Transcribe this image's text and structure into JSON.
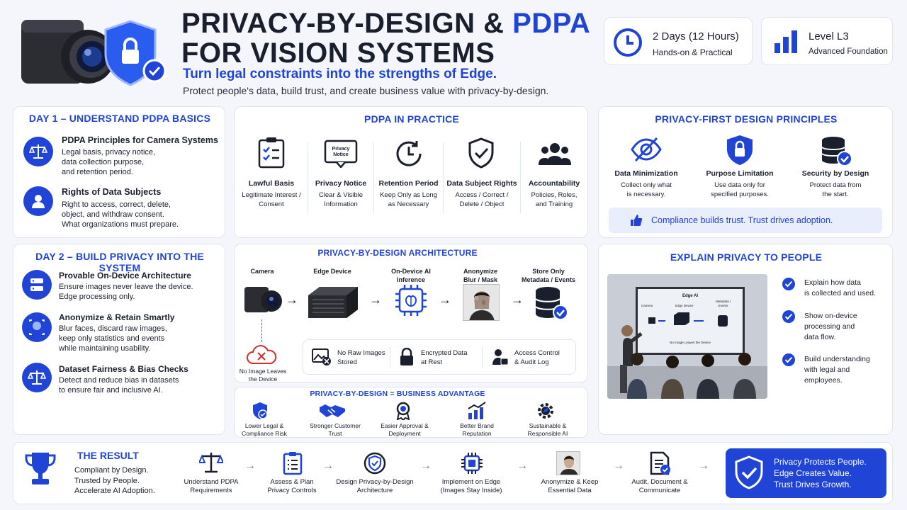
{
  "header": {
    "title_line1_a": "PRIVACY-BY-DESIGN & ",
    "title_line1_b": "PDPA",
    "title_line2": "FOR VISION SYSTEMS",
    "tagline": "Turn legal constraints into the strengths of Edge.",
    "subtitle": "Protect people's data, build trust, and create business value with privacy-by-design.",
    "badge1_title": "2 Days (12 Hours)",
    "badge1_sub": "Hands-on & Practical",
    "badge2_title": "Level L3",
    "badge2_sub": "Advanced Foundation"
  },
  "day1": {
    "title": "DAY 1 – UNDERSTAND PDPA BASICS",
    "items": [
      {
        "title": "PDPA Principles for Camera Systems",
        "lines": [
          "Legal basis, privacy notice,",
          "data collection purpose,",
          "and retention period."
        ]
      },
      {
        "title": "Rights of Data Subjects",
        "lines": [
          "Right to access, correct, delete,",
          "object, and withdraw consent.",
          "What organizations must prepare."
        ]
      }
    ]
  },
  "day2": {
    "title": "DAY 2 – BUILD PRIVACY INTO THE SYSTEM",
    "items": [
      {
        "title": "Provable On-Device Architecture",
        "lines": [
          "Ensure images never leave the device.",
          "Edge processing only."
        ]
      },
      {
        "title": "Anonymize & Retain Smartly",
        "lines": [
          "Blur faces, discard raw images,",
          "keep only statistics and events",
          "while maintaining usability."
        ]
      },
      {
        "title": "Dataset Fairness & Bias Checks",
        "lines": [
          "Detect and reduce bias in datasets",
          "to ensure fair and inclusive AI."
        ]
      }
    ]
  },
  "practice": {
    "title": "PDPA IN PRACTICE",
    "notice_icon_text": "Privacy Notice",
    "items": [
      {
        "title": "Lawful Basis",
        "lines": [
          "Legitimate Interest /",
          "Consent"
        ]
      },
      {
        "title": "Privacy Notice",
        "lines": [
          "Clear & Visible",
          "Information"
        ]
      },
      {
        "title": "Retention Period",
        "lines": [
          "Keep Only as Long",
          "as Necessary"
        ]
      },
      {
        "title": "Data Subject Rights",
        "lines": [
          "Access / Correct /",
          "Delete / Object"
        ]
      },
      {
        "title": "Accountability",
        "lines": [
          "Policies, Roles,",
          "and Training"
        ]
      }
    ]
  },
  "principles": {
    "title": "PRIVACY-FIRST DESIGN PRINCIPLES",
    "items": [
      {
        "title": "Data Minimization",
        "lines": [
          "Collect only what",
          "is necessary."
        ]
      },
      {
        "title": "Purpose Limitation",
        "lines": [
          "Use data only for",
          "specified purposes."
        ]
      },
      {
        "title": "Security by Design",
        "lines": [
          "Protect data from",
          "the start."
        ]
      }
    ],
    "banner": "Compliance builds trust. Trust drives adoption."
  },
  "architecture": {
    "title": "PRIVACY-BY-DESIGN ARCHITECTURE",
    "stages": [
      {
        "lines": [
          "Camera"
        ]
      },
      {
        "lines": [
          "Edge Device"
        ]
      },
      {
        "lines": [
          "On-Device AI",
          "Inference"
        ]
      },
      {
        "lines": [
          "Anonymize",
          "Blur / Mask"
        ]
      },
      {
        "lines": [
          "Store Only",
          "Metadata / Events"
        ]
      }
    ],
    "no_leave": [
      "No Image Leaves",
      "the Device"
    ],
    "features": [
      {
        "lines": [
          "No Raw Images",
          "Stored"
        ]
      },
      {
        "lines": [
          "Encrypted Data",
          "at Rest"
        ]
      },
      {
        "lines": [
          "Access Control",
          "& Audit Log"
        ]
      }
    ]
  },
  "advantage": {
    "title": "PRIVACY-BY-DESIGN = BUSINESS ADVANTAGE",
    "items": [
      {
        "lines": [
          "Lower Legal &",
          "Compliance Risk"
        ]
      },
      {
        "lines": [
          "Stronger Customer",
          "Trust"
        ]
      },
      {
        "lines": [
          "Easier Approval &",
          "Deployment"
        ]
      },
      {
        "lines": [
          "Better Brand",
          "Reputation"
        ]
      },
      {
        "lines": [
          "Sustainable &",
          "Responsible AI"
        ]
      }
    ]
  },
  "explain": {
    "title": "EXPLAIN PRIVACY TO PEOPLE",
    "screen": {
      "title": "Edge AI",
      "camera": "Camera",
      "edge": "Edge Device",
      "meta": [
        "Metadata /",
        "Events"
      ],
      "footer": "No Image Leaves the Device"
    },
    "points": [
      {
        "lines": [
          "Explain how data",
          "is collected and used."
        ]
      },
      {
        "lines": [
          "Show on-device",
          "processing and",
          "data flow."
        ]
      },
      {
        "lines": [
          "Build understanding",
          "with legal and",
          "employees."
        ]
      }
    ]
  },
  "result": {
    "title": "THE RESULT",
    "lines": [
      "Compliant by Design.",
      "Trusted by People.",
      "Accelerate AI Adoption."
    ],
    "steps": [
      {
        "lines": [
          "Understand PDPA",
          "Requirements"
        ]
      },
      {
        "lines": [
          "Assess & Plan",
          "Privacy Controls"
        ]
      },
      {
        "lines": [
          "Design Privacy-by-Design",
          "Architecture"
        ]
      },
      {
        "lines": [
          "Implement on Edge",
          "(Images Stay Inside)"
        ]
      },
      {
        "lines": [
          "Anonymize & Keep",
          "Essential Data"
        ]
      },
      {
        "lines": [
          "Audit, Document &",
          "Communicate"
        ]
      }
    ],
    "final": [
      "Privacy Protects People.",
      "Edge Creates Value.",
      "Trust Drives Growth."
    ]
  },
  "colors": {
    "accent": "#1f44d6",
    "background": "#f4f6fb",
    "text": "#1a1f2e"
  }
}
